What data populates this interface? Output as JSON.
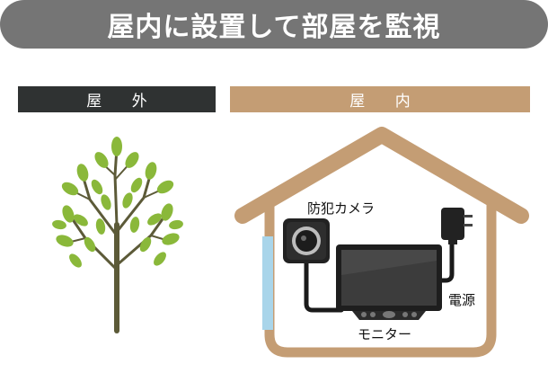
{
  "header": {
    "title": "屋内に設置して部屋を監視"
  },
  "sections": {
    "outdoor": {
      "label": "屋 外"
    },
    "indoor": {
      "label": "屋 内"
    }
  },
  "labels": {
    "camera": "防犯カメラ",
    "power": "電源",
    "monitor": "モニター"
  },
  "colors": {
    "banner": "#757575",
    "outdoor_label": "#2f3232",
    "indoor_label": "#c49d74",
    "house_outline": "#c49d74",
    "window": "#a9d5ea",
    "leaf": "#8ab83a",
    "trunk": "#5c5a38"
  }
}
